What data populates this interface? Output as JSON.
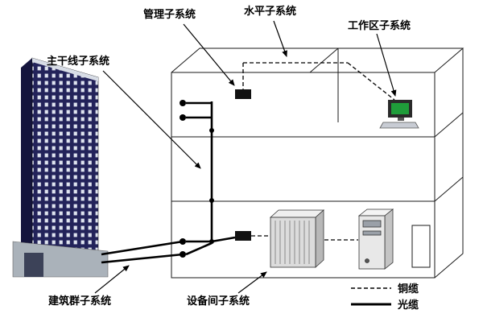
{
  "labels": {
    "backbone": "主干线子系统",
    "management": "管理子系统",
    "horizontal": "水平子系统",
    "work_area": "工作区子系统",
    "campus": "建筑群子系统",
    "equipment_room": "设备间子系统"
  },
  "legend": {
    "copper": "铜缆",
    "fiber": "光缆"
  },
  "colors": {
    "line": "#000000",
    "building_dark": "#23235a",
    "building_window": "#dfe4ef",
    "building_side": "#14143c",
    "podium": "#aab2ba",
    "screen_green": "#1f9d3a"
  }
}
